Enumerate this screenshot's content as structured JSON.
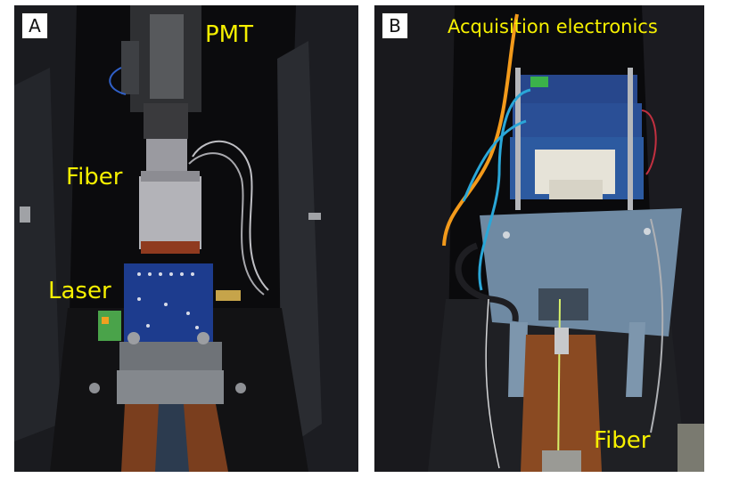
{
  "panel_a": {
    "letter": "A",
    "labels": {
      "pmt": "PMT",
      "fiber": "Fiber",
      "laser": "Laser"
    }
  },
  "panel_b": {
    "letter": "B",
    "labels": {
      "electronics": "Acquisition electronics",
      "fiber": "Fiber"
    }
  },
  "colors": {
    "label_yellow": "#f6f000",
    "housing_black": "#0d0d0f",
    "pcb_blue": "#1d3c8e",
    "wood_brown": "#7a3e1e",
    "plate_grey": "#6f8aa3",
    "cable_orange": "#f39a1b",
    "cable_cyan": "#2aa7d8"
  }
}
